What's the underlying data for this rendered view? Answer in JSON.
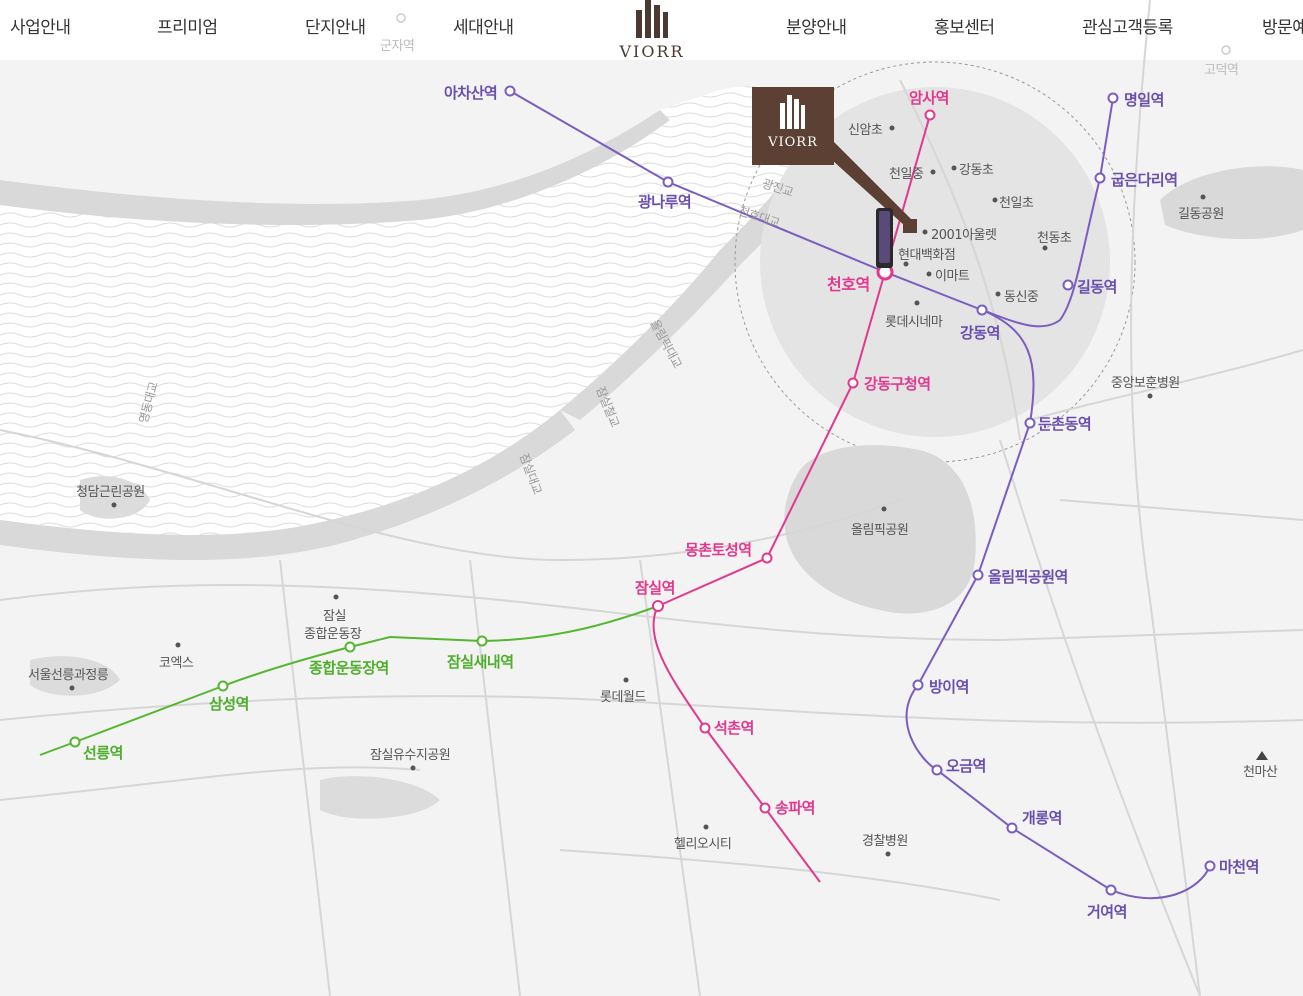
{
  "nav": {
    "items": [
      "사업안내",
      "프리미엄",
      "단지안내",
      "세대안내",
      "분양안내",
      "홍보센터",
      "관심고객등록",
      "방문예약"
    ],
    "logo": "VIORR"
  },
  "callout": {
    "logo": "VIORR"
  },
  "places": {
    "sinamcho": "신암초",
    "cheonilmid": "천일중",
    "gangdongcho": "강동초",
    "cheonilcho": "천일초",
    "cheondongcho": "천동초",
    "outlet": "2001아울렛",
    "hyundai": "현대백화점",
    "emart": "이마트",
    "dongsinmid": "동신중",
    "lottecinema": "롯데시네마",
    "gildongpark": "길동공원",
    "veterans": "중앙보훈병원",
    "olympicpark": "올림픽공원",
    "cheongdam": "청담근린공원",
    "stadium1": "잠실",
    "stadium2": "종합운동장",
    "coex": "코엑스",
    "seolleung": "서울선릉과정릉",
    "lotteworld": "롯데월드",
    "yusuji": "잠실유수지공원",
    "helio": "헬리오시티",
    "police": "경찰병원",
    "cheonmasan": "천마산",
    "gunja": "군자역",
    "godeok": "고덕역"
  },
  "bridges": {
    "gwangjin": "광진교",
    "cheonho": "천호대교",
    "olympic": "올림픽대교",
    "jamsilrail": "잠실철교",
    "jamsil": "잠실대교",
    "yeongdong": "영동대교"
  },
  "stations": {
    "achasan": "아차산역",
    "gwangnaru": "광나루역",
    "amsa": "암사역",
    "cheonho": "천호역",
    "gangdonggu": "강동구청역",
    "mongchon": "몽촌토성역",
    "jamsil": "잠실역",
    "seokchon": "석촌역",
    "songpa": "송파역",
    "myeongil": "명일역",
    "gubeun": "굽은다리역",
    "gildong": "길동역",
    "gangdong": "강동역",
    "dunchon": "둔촌동역",
    "olympicpark": "올림픽공원역",
    "bangi": "방이역",
    "ogeum": "오금역",
    "gaerong": "개롱역",
    "geoyeo": "거여역",
    "macheon": "마천역",
    "jamsilsaenae": "잠실새내역",
    "sports": "종합운동장역",
    "samseong": "삼성역",
    "seolleung": "선릉역"
  },
  "colors": {
    "line8": "#e2388e",
    "line5": "#7b5cc0",
    "line2": "#55b630",
    "brand": "#5c4033"
  }
}
